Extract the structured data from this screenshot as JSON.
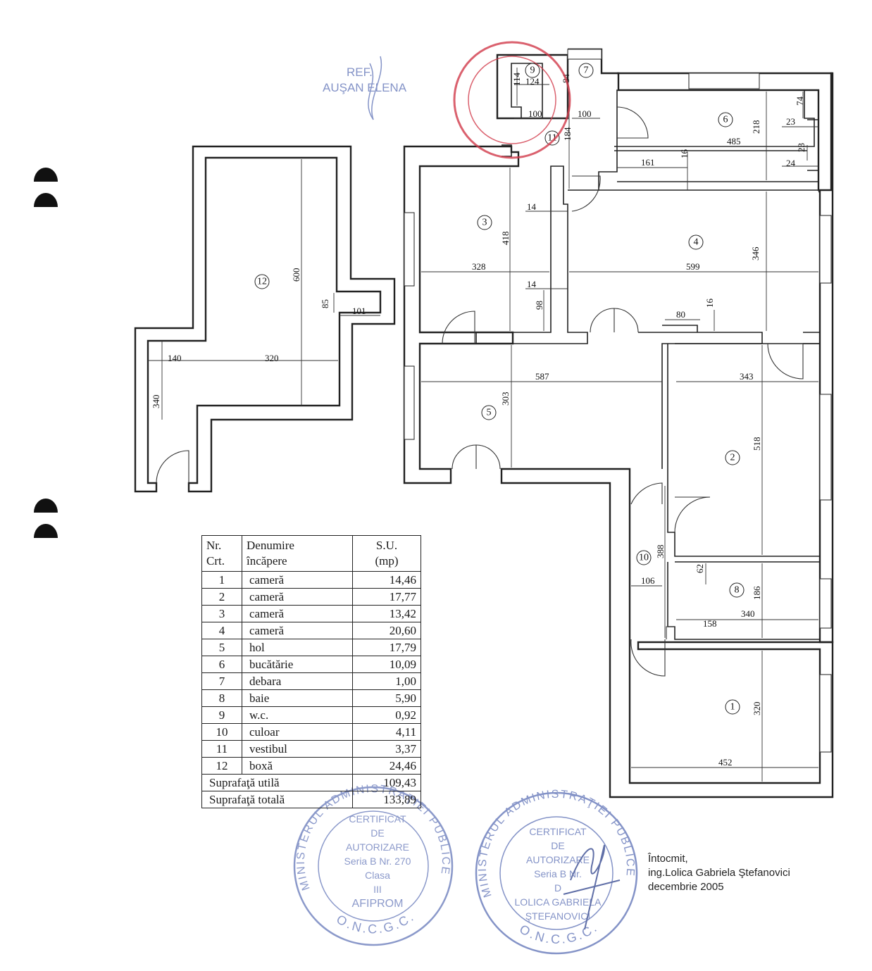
{
  "plan": {
    "rooms": [
      {
        "num": "1"
      },
      {
        "num": "2"
      },
      {
        "num": "3"
      },
      {
        "num": "4"
      },
      {
        "num": "5"
      },
      {
        "num": "6"
      },
      {
        "num": "7"
      },
      {
        "num": "8"
      },
      {
        "num": "9"
      },
      {
        "num": "10"
      },
      {
        "num": "11"
      },
      {
        "num": "12"
      }
    ],
    "dimensions": [
      "600",
      "85",
      "101",
      "140",
      "320",
      "340",
      "328",
      "418",
      "14",
      "14",
      "98",
      "599",
      "346",
      "80",
      "16",
      "587",
      "303",
      "343",
      "518",
      "388",
      "106",
      "62",
      "186",
      "340",
      "158",
      "320",
      "452",
      "485",
      "218",
      "161",
      "16",
      "74",
      "23",
      "23",
      "24",
      "184",
      "100",
      "100",
      "124",
      "114",
      "84"
    ]
  },
  "table": {
    "header": {
      "nr": [
        "Nr.",
        "Crt."
      ],
      "name": [
        "Denumire",
        "încăpere"
      ],
      "su": [
        "S.U.",
        "(mp)"
      ]
    },
    "rows": [
      {
        "nr": "1",
        "name": "cameră",
        "su": "14,46"
      },
      {
        "nr": "2",
        "name": "cameră",
        "su": "17,77"
      },
      {
        "nr": "3",
        "name": "cameră",
        "su": "13,42"
      },
      {
        "nr": "4",
        "name": "cameră",
        "su": "20,60"
      },
      {
        "nr": "5",
        "name": "hol",
        "su": "17,79"
      },
      {
        "nr": "6",
        "name": "bucătărie",
        "su": "10,09"
      },
      {
        "nr": "7",
        "name": "debara",
        "su": "1,00"
      },
      {
        "nr": "8",
        "name": "baie",
        "su": "5,90"
      },
      {
        "nr": "9",
        "name": "w.c.",
        "su": "0,92"
      },
      {
        "nr": "10",
        "name": "culoar",
        "su": "4,11"
      },
      {
        "nr": "11",
        "name": "vestibul",
        "su": "3,37"
      },
      {
        "nr": "12",
        "name": "boxă",
        "su": "24,46"
      }
    ],
    "totals": [
      {
        "label": "Suprafaţă utilă",
        "value": "109,43"
      },
      {
        "label": "Suprafaţă totală",
        "value": "133,89"
      }
    ]
  },
  "stamps": {
    "top_note": [
      "REF.",
      "AUŞAN ELENA"
    ],
    "left": {
      "ring": "MINISTERUL ADMINISTRAŢIEI PUBLICE",
      "bottom": "O.N.C.G.C.",
      "lines": [
        "CERTIFICAT",
        "DE",
        "AUTORIZARE",
        "Seria B  Nr. 270",
        "Clasa",
        "III",
        "AFIPROM"
      ]
    },
    "right": {
      "ring": "MINISTERUL ADMINISTRAŢIEI PUBLICE",
      "bottom": "O.N.C.G.C.",
      "lines": [
        "CERTIFICAT",
        "DE",
        "AUTORIZARE",
        "Seria B  Nr.",
        "D",
        "LOLICA GABRIELA",
        "ŞTEFANOVICI"
      ]
    }
  },
  "signature": {
    "line1": "Întocmit,",
    "line2": "ing.Lolica Gabriela  Ştefanovici",
    "line3": "decembrie 2005"
  },
  "colors": {
    "ink": "#222222",
    "stamp_blue": "#5b6fb5",
    "stamp_red": "#d23a4a"
  }
}
